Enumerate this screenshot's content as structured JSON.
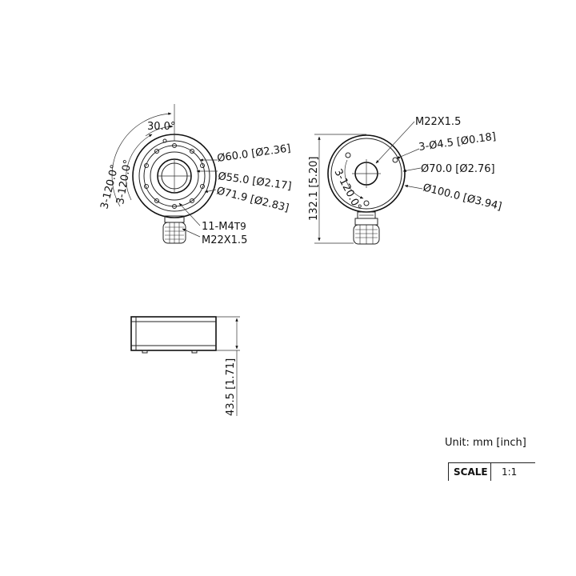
{
  "left_view": {
    "angle_top": "30.0°",
    "angle_outer": "3-120.0°",
    "angle_inner": "3-120.0°",
    "dia_a": "Ø60.0 [Ø2.36]",
    "dia_b": "Ø55.0 [Ø2.17]",
    "dia_c": "Ø71.9 [Ø2.83]",
    "thread_holes": "11-M4",
    "thread_hole_detail": "T9",
    "thread_port": "M22X1.5"
  },
  "right_view": {
    "thread_port": "M22X1.5",
    "holes": "3-Ø4.5 [Ø0.18]",
    "angle": "3-120.0°",
    "dia_a": "Ø70.0 [Ø2.76]",
    "dia_b": "Ø100.0 [Ø3.94]",
    "height": "132.1 [5.20]"
  },
  "side_view": {
    "height": "43.5 [1.71]"
  },
  "footer": {
    "unit": "Unit: mm [inch]",
    "scale_label": "SCALE",
    "scale_value": "1:1"
  }
}
